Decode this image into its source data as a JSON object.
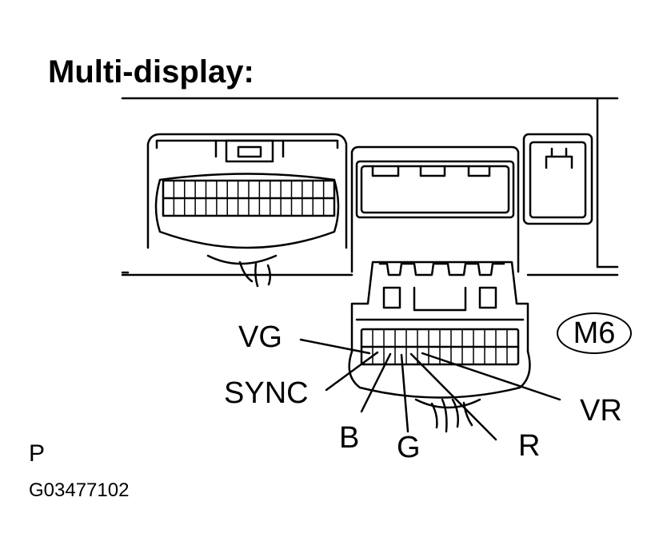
{
  "title": "Multi-display:",
  "connector_id": "M6",
  "pins": {
    "vg": "VG",
    "sync": "SYNC",
    "b": "B",
    "g": "G",
    "r": "R",
    "vr": "VR"
  },
  "footer": {
    "letter": "P",
    "figure_code": "G03477102"
  }
}
